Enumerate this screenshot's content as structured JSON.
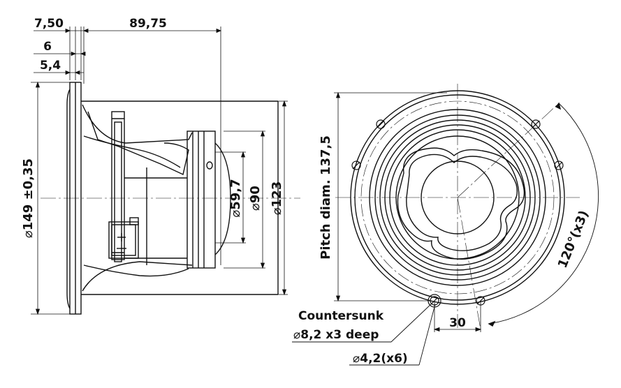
{
  "side_view": {
    "dim_total_depth": "89,75",
    "dim_flange_front": "7,50",
    "dim_flange_a": "6",
    "dim_flange_b": "5,4",
    "dim_outer_diameter": "149 ±0,35",
    "dim_magnet_inner": "59,7",
    "dim_magnet_mid": "90",
    "dim_magnet_outer": "123"
  },
  "front_view": {
    "pitch_label": "Pitch diam. 137,5",
    "angle_label": "120°(x3)",
    "spacing_label": "30",
    "countersunk_title": "Countersunk",
    "countersunk_spec": "8,2 x3 deep",
    "hole_spec": "4,2(x6)"
  },
  "symbols": {
    "diameter": "⌀"
  },
  "colors": {
    "line": "#111111",
    "thin": "#333333"
  }
}
